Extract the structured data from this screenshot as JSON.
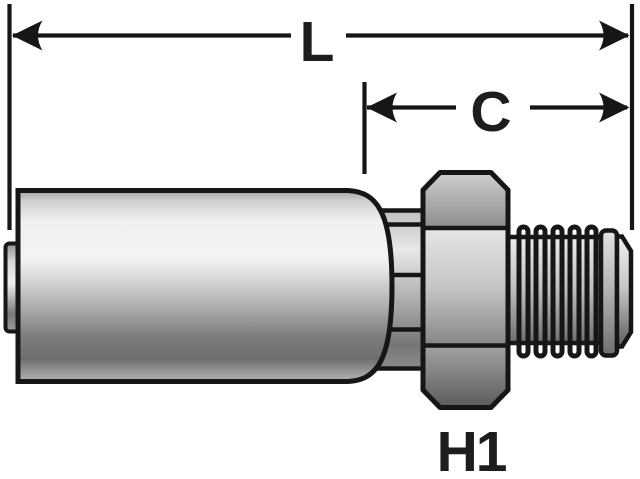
{
  "diagram": {
    "l_label": "L",
    "c_label": "C",
    "part_code": "H1",
    "colors": {
      "background": "#ffffff",
      "outline": "#161616",
      "label_text": "#1d1d1d",
      "metal_highlight": "#f3f3f3",
      "metal_midtone": "#b5b5b5",
      "metal_shadow": "#666666"
    },
    "parts": [
      "shell-end-cap",
      "crimp-shell",
      "collar-rings",
      "hex-nut",
      "male-thread",
      "flare-tip"
    ]
  }
}
